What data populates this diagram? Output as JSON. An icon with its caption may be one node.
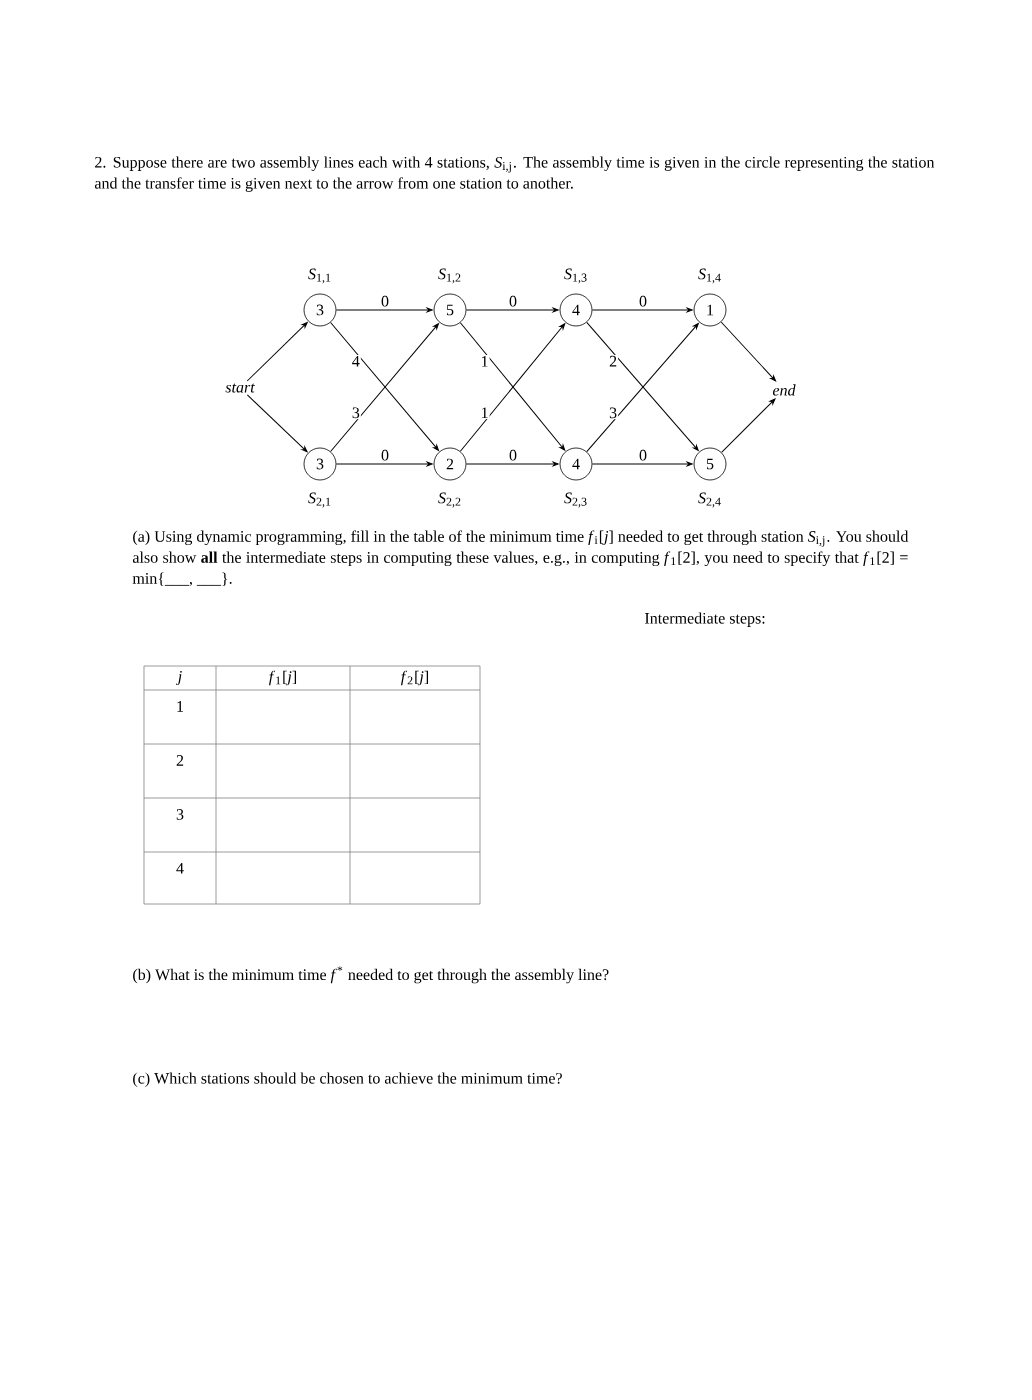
{
  "diagram": {
    "nodes": [
      {
        "text": [
          "start"
        ]
      },
      {
        "text": [
          "3"
        ],
        "beside": [
          "*S*$_{1,1}$"
        ]
      },
      {
        "text": [
          "5"
        ],
        "beside": [
          "*S*$_{1,2}$"
        ]
      },
      {
        "text": [
          "4"
        ],
        "beside": [
          "*S*$_{1,3}$"
        ]
      },
      {
        "text": [
          "1"
        ],
        "beside": [
          "*S*$_{1,4}$"
        ]
      },
      {
        "text": [
          "3"
        ],
        "beside": [
          "*S*$_{2,1}$"
        ]
      },
      {
        "text": [
          "2"
        ],
        "beside": [
          "*S*$_{2,2}$"
        ]
      },
      {
        "text": [
          "4"
        ],
        "beside": [
          "*S*$_{2,3}$"
        ]
      },
      {
        "text": [
          "5"
        ],
        "beside": [
          "*S*$_{2,4}$"
        ]
      },
      {
        "text": [
          "end"
        ]
      }
    ],
    "edges": [
      {
        "from": 0,
        "to": 1,
        "arrow": "to"
      },
      {
        "from": 0,
        "to": 5,
        "arrow": "to"
      },
      {
        "from": 1,
        "to": 2,
        "arrow": "to",
        "label": "0"
      },
      {
        "from": 2,
        "to": 3,
        "arrow": "to",
        "label": "0"
      },
      {
        "from": 3,
        "to": 4,
        "arrow": "to",
        "label": "0"
      },
      {
        "from": 5,
        "to": 6,
        "arrow": "to",
        "label": "0"
      },
      {
        "from": 6,
        "to": 7,
        "arrow": "to",
        "label": "0"
      },
      {
        "from": 7,
        "to": 8,
        "arrow": "to",
        "label": "0"
      },
      {
        "from": 1,
        "to": 6,
        "arrow": "to",
        "label": "4"
      },
      {
        "from": 5,
        "to": 2,
        "arrow": "to",
        "label": "3"
      },
      {
        "from": 2,
        "to": 7,
        "arrow": "to",
        "label": "1"
      },
      {
        "from": 6,
        "to": 3,
        "arrow": "to",
        "label": "1"
      },
      {
        "from": 3,
        "to": 8,
        "arrow": "to",
        "label": "2"
      },
      {
        "from": 7,
        "to": 4,
        "arrow": "to",
        "label": "3"
      },
      {
        "from": 4,
        "to": 9,
        "arrow": "to"
      },
      {
        "from": 8,
        "to": 9,
        "arrow": "to"
      }
    ],
    "labels": [
      "2. Suppose there are two assembly lines each with 4 stations, *S*$_{i,j}$. The assembly time is given in the circle representing the station and the transfer time is given next to the arrow from one station to another.",
      "(a) Using dynamic programming, fill in the table of the minimum time *f*$_{i}$[*j*] needed to get through station *S*$_{i,j}$. You should also show **all** the intermediate steps in computing these values, e.g., in computing *f*$_{1}$[2], you need to specify that *f*$_{1}$[2] = min{___, ___}.",
      "Intermediate steps:",
      "*j*",
      "*f*$_{1}$[*j*]",
      "*f*$_{2}$[*j*]",
      "1",
      "2",
      "3",
      "4",
      "(b) What is the minimum time *f*$^{*}$ needed to get through the assembly line?",
      "(c) Which stations should be chosen to achieve the minimum time?"
    ]
  }
}
